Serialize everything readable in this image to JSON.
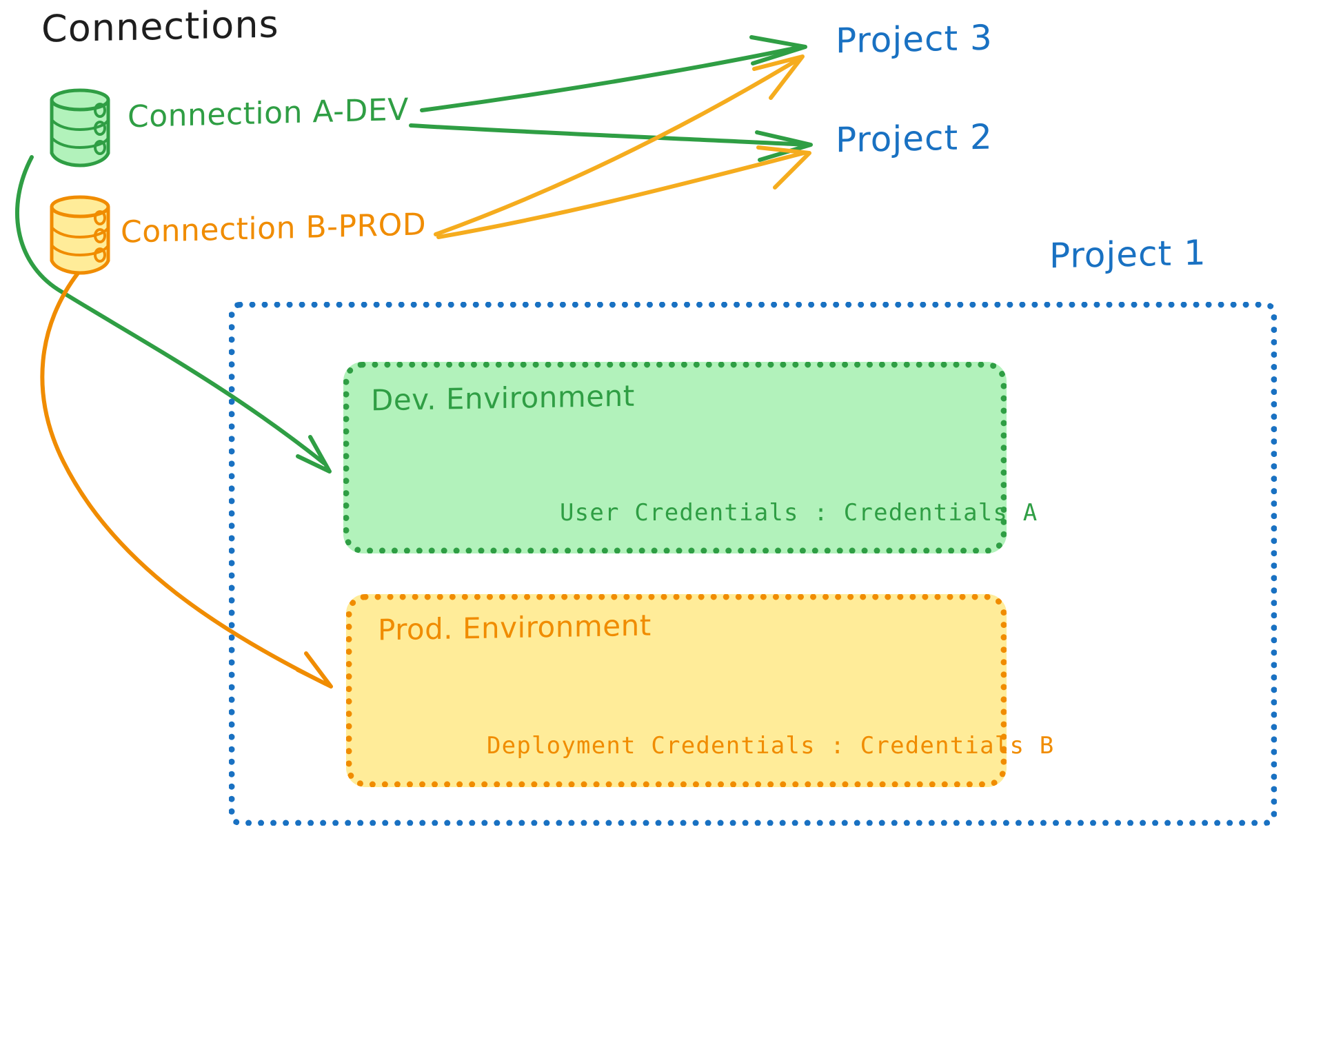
{
  "diagram": {
    "title": "Connections",
    "colors": {
      "ink": "#1e1e1e",
      "green": "#2f9e44",
      "green_fill": "#b2f2bb",
      "orange": "#f08c00",
      "orange_fill": "#ffec99",
      "orange_arrow": "#f5ac1e",
      "blue": "#1971c2",
      "background": "#ffffff"
    }
  },
  "connections": [
    {
      "id": "connection-a-dev",
      "label": "Connection A-DEV",
      "color": "#2f9e44",
      "icon": "database-cylinder-icon"
    },
    {
      "id": "connection-b-prod",
      "label": "Connection B-PROD",
      "color": "#f08c00",
      "icon": "database-cylinder-icon"
    }
  ],
  "projects": [
    {
      "id": "project-3",
      "label": "Project 3",
      "color": "#1971c2"
    },
    {
      "id": "project-2",
      "label": "Project 2",
      "color": "#1971c2"
    },
    {
      "id": "project-1",
      "label": "Project 1",
      "color": "#1971c2"
    }
  ],
  "project_1": {
    "label": "Project 1",
    "border_color": "#1971c2",
    "environments": [
      {
        "id": "dev-environment",
        "title": "Dev. Environment",
        "credential_label": "User Credentials",
        "credential_value": "Credentials A",
        "credential_line": "User Credentials : Credentials A",
        "stroke": "#2f9e44",
        "fill": "#b2f2bb"
      },
      {
        "id": "prod-environment",
        "title": "Prod. Environment",
        "credential_label": "Deployment Credentials",
        "credential_value": "Credentials B",
        "credential_line": "Deployment Credentials : Credentials B",
        "stroke": "#f08c00",
        "fill": "#ffec99"
      }
    ]
  },
  "edges": [
    {
      "id": "edge-a-dev-to-project-3",
      "from": "connection-a-dev",
      "to": "project-3",
      "color": "#2f9e44"
    },
    {
      "id": "edge-a-dev-to-project-2",
      "from": "connection-a-dev",
      "to": "project-2",
      "color": "#2f9e44"
    },
    {
      "id": "edge-a-dev-to-dev-environment",
      "from": "connection-a-dev",
      "to": "dev-environment",
      "color": "#2f9e44"
    },
    {
      "id": "edge-b-prod-to-project-3",
      "from": "connection-b-prod",
      "to": "project-3",
      "color": "#f5ac1e"
    },
    {
      "id": "edge-b-prod-to-project-2",
      "from": "connection-b-prod",
      "to": "project-2",
      "color": "#f5ac1e"
    },
    {
      "id": "edge-b-prod-to-prod-environment",
      "from": "connection-b-prod",
      "to": "prod-environment",
      "color": "#f08c00"
    }
  ]
}
